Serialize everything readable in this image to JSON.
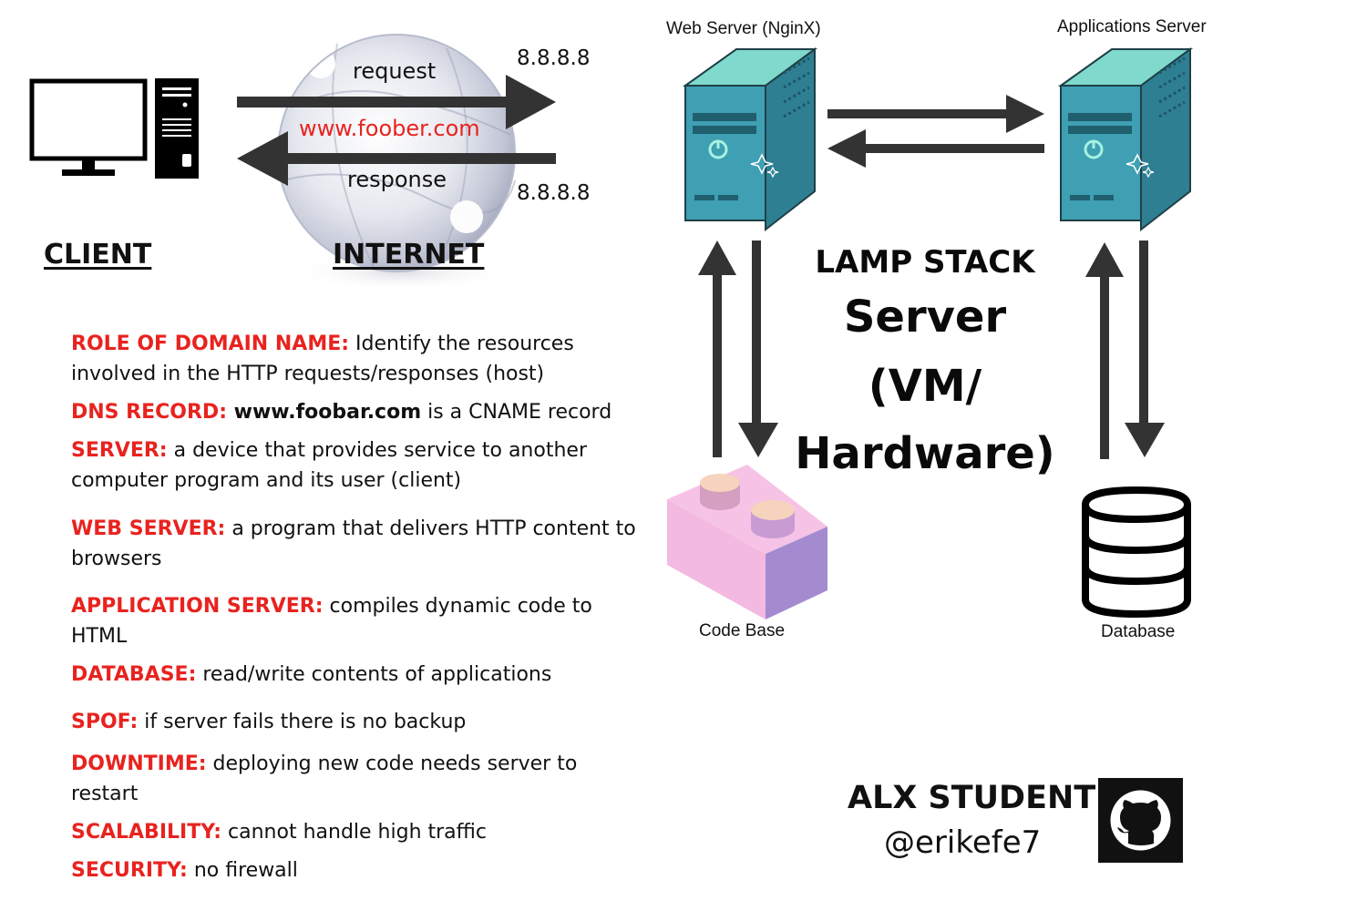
{
  "client": {
    "label": "CLIENT"
  },
  "internet": {
    "label": "INTERNET",
    "request_label": "request",
    "response_label": "response",
    "domain": "www.foober.com",
    "request_ip": "8.8.8.8",
    "response_ip": "8.8.8.8"
  },
  "servers": {
    "web_server_label": "Web Server (NginX)",
    "app_server_label": "Applications Server",
    "code_base_label": "Code Base",
    "database_label": "Database"
  },
  "center": {
    "stack_title": "LAMP STACK",
    "server_line1": "Server",
    "server_line2": "(VM/",
    "server_line3": "Hardware)"
  },
  "definitions": [
    {
      "term": "ROLE OF DOMAIN NAME:",
      "text": " Identify the resources involved in the HTTP requests/responses (host)"
    },
    {
      "term": "DNS RECORD:",
      "bold": " www.foobar.com",
      "text": " is a CNAME record"
    },
    {
      "term": "SERVER:",
      "text": " a device that provides service to another computer program and its user (client)"
    },
    {
      "term": "WEB SERVER:",
      "text": " a program that delivers HTTP content to browsers"
    },
    {
      "term": "APPLICATION SERVER:",
      "text": " compiles dynamic code to HTML"
    },
    {
      "term": "DATABASE:",
      "text": " read/write contents of applications"
    },
    {
      "term": "SPOF:",
      "text": " if server fails there is no backup"
    },
    {
      "term": "DOWNTIME:",
      "text": " deploying new code needs server to restart"
    },
    {
      "term": "SCALABILITY:",
      "text": " cannot handle high traffic"
    },
    {
      "term": "SECURITY:",
      "text": " no firewall"
    }
  ],
  "author": {
    "title": "ALX STUDENT",
    "handle": "@erikefe7",
    "icon": "github-icon"
  },
  "colors": {
    "term_red": "#e8231f",
    "server_teal": "#3f9fb3",
    "server_top": "#7fd9cc",
    "brick_pink": "#f3b9e0",
    "brick_side": "#a48bd0"
  }
}
